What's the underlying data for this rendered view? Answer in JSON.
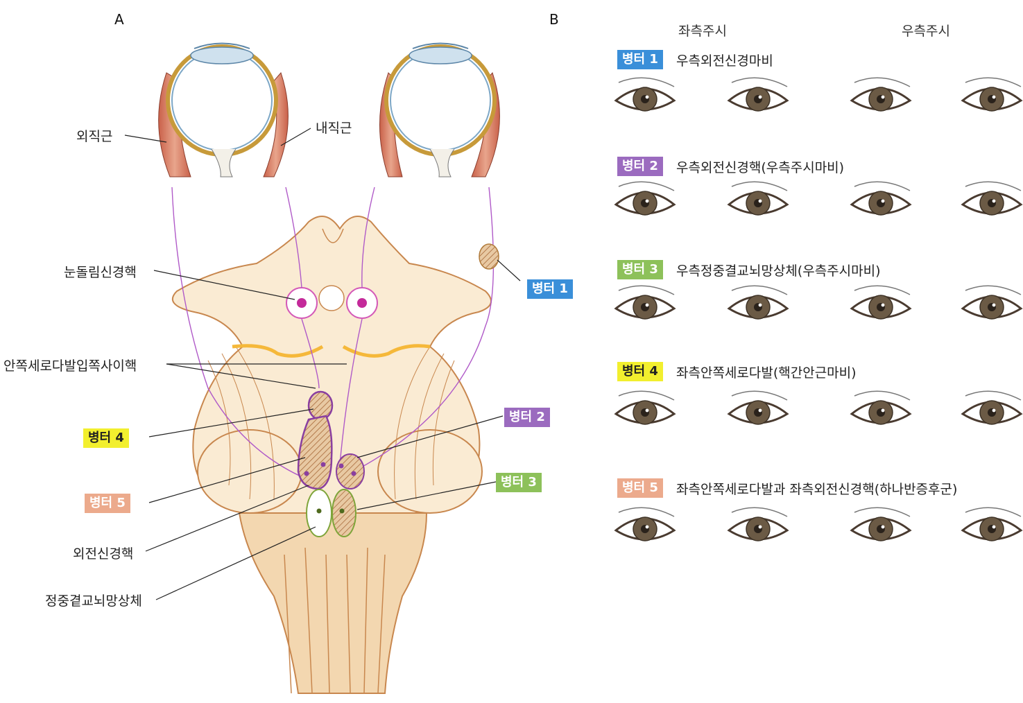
{
  "panel_a": {
    "letter": "A",
    "labels": {
      "lateral_rectus": "외직근",
      "medial_rectus": "내직근",
      "oculomotor_nucleus": "눈돌림신경핵",
      "mlf_nucleus": "안쪽세로다발입쪽사이핵",
      "abducens_nucleus": "외전신경핵",
      "pprf": "정중곁교뇌망상체"
    },
    "lesions": [
      {
        "label": "병터 1",
        "color": "#3a8fd9"
      },
      {
        "label": "병터 2",
        "color": "#9b6bbf"
      },
      {
        "label": "병터 3",
        "color": "#8dc15a"
      },
      {
        "label": "병터 4",
        "color": "#f2ef2e"
      },
      {
        "label": "병터 5",
        "color": "#ecaa8c"
      }
    ]
  },
  "panel_b": {
    "letter": "B",
    "gaze_left": "좌측주시",
    "gaze_right": "우측주시",
    "rows": [
      {
        "badge": "병터 1",
        "color": "#3a8fd9",
        "title": "우측외전신경마비",
        "gaze": [
          "center",
          "center",
          "center",
          "center"
        ]
      },
      {
        "badge": "병터 2",
        "color": "#9b6bbf",
        "title": "우측외전신경핵(우측주시마비)",
        "gaze": [
          "center",
          "center",
          "center",
          "center"
        ]
      },
      {
        "badge": "병터 3",
        "color": "#8dc15a",
        "title": "우측정중결교뇌망상체(우측주시마비)",
        "gaze": [
          "center",
          "center",
          "center",
          "center"
        ]
      },
      {
        "badge": "병터 4",
        "color": "#f2ef2e",
        "title": "좌측안쪽세로다발(핵간안근마비)",
        "gaze": [
          "center",
          "center",
          "center",
          "center"
        ]
      },
      {
        "badge": "병터 5",
        "color": "#ecaa8c",
        "title": "좌측안쪽세로다발과 좌측외전신경핵(하나반증후군)",
        "gaze": [
          "center",
          "center",
          "center",
          "center"
        ]
      }
    ]
  }
}
